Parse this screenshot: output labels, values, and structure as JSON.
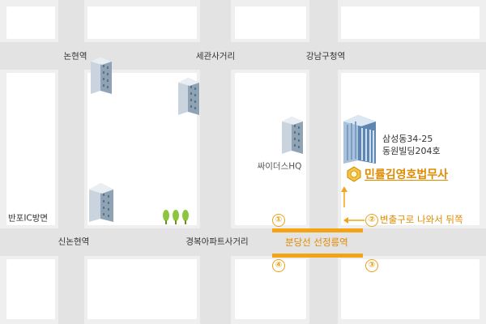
{
  "map": {
    "intersections": {
      "nonhyeon": "논현역",
      "segwan": "세관사거리",
      "gangnamgu_office": "강남구청역",
      "banpo_ic": "반포IC방면",
      "sinnonhyeon": "신논현역",
      "gyeongbok_apt": "경복아파트사거리"
    },
    "landmark": "싸이더스HQ",
    "subway_line": "분당선 선정릉역",
    "exits": [
      "①",
      "②",
      "③",
      "④"
    ],
    "directions": "변출구로 나와서 뒤쪽",
    "destination": {
      "address_line1": "삼성동34-25",
      "address_line2": "동원빌딩204호",
      "name": "민률김영호법무사"
    },
    "colors": {
      "accent": "#f2a316",
      "road": "#e3e3e3",
      "block": "#ffffff",
      "building": "#b9c9d8"
    }
  }
}
